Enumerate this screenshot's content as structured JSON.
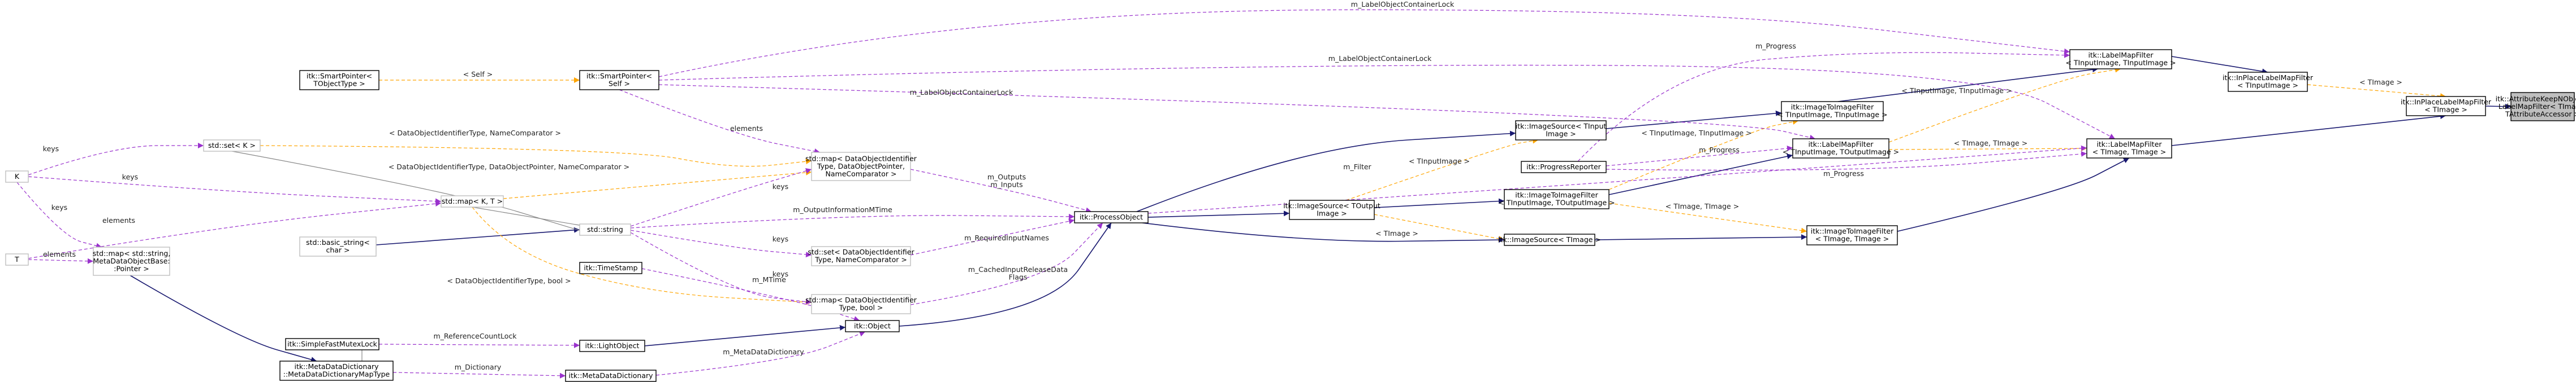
{
  "colors": {
    "inherit": "#191970",
    "usage": "#9a32cd",
    "template": "#ffa500",
    "node_border": "#000000",
    "node_border_light": "#bfbfbf",
    "highlight_fill": "#bfbfbf",
    "text": "#000000"
  },
  "nodes": [
    {
      "id": "attr",
      "lines": [
        "itk::AttributeKeepNObjects",
        "LabelMapFilter< TImage,",
        "TAttributeAccessor >"
      ],
      "highlight": true
    },
    {
      "id": "inplace2",
      "lines": [
        "itk::InPlaceLabelMapFilter",
        "< TImage >"
      ]
    },
    {
      "id": "inplace1",
      "lines": [
        "itk::InPlaceLabelMapFilter",
        "< TInputImage >"
      ]
    },
    {
      "id": "lmf_t",
      "lines": [
        "itk::LabelMapFilter",
        "< TImage, TImage >"
      ]
    },
    {
      "id": "lmf_tin",
      "lines": [
        "itk::LabelMapFilter",
        "< TInputImage, TInputImage >"
      ]
    },
    {
      "id": "lmf_inout",
      "lines": [
        "itk::LabelMapFilter",
        "< TInputImage, TOutputImage >"
      ]
    },
    {
      "id": "itif_in",
      "lines": [
        "itk::ImageToImageFilter",
        "< TInputImage, TInputImage >"
      ]
    },
    {
      "id": "itif_t",
      "lines": [
        "itk::ImageToImageFilter",
        "< TImage, TImage >"
      ]
    },
    {
      "id": "itif_inout",
      "lines": [
        "itk::ImageToImageFilter",
        "< TInputImage, TOutputImage >"
      ]
    },
    {
      "id": "is_in",
      "lines": [
        "itk::ImageSource< TInput",
        "Image >"
      ]
    },
    {
      "id": "progrep",
      "lines": [
        "itk::ProgressReporter"
      ]
    },
    {
      "id": "is_out",
      "lines": [
        "itk::ImageSource< TOutput",
        "Image >"
      ]
    },
    {
      "id": "is_t",
      "lines": [
        "itk::ImageSource< TImage >"
      ]
    },
    {
      "id": "procobj",
      "lines": [
        "itk::ProcessObject"
      ]
    },
    {
      "id": "map_dobj",
      "lines": [
        "std::map< DataObjectIdentifier",
        "Type, DataObjectPointer,",
        "NameComparator >"
      ],
      "light": true
    },
    {
      "id": "set_dobj",
      "lines": [
        "std::set< DataObjectIdentifier",
        "Type, NameComparator >"
      ],
      "light": true
    },
    {
      "id": "map_bool",
      "lines": [
        "std::map< DataObjectIdentifier",
        "Type, bool >"
      ],
      "light": true
    },
    {
      "id": "object",
      "lines": [
        "itk::Object"
      ]
    },
    {
      "id": "smartptr_self",
      "lines": [
        "itk::SmartPointer<",
        "Self >"
      ]
    },
    {
      "id": "smartptr_t",
      "lines": [
        "itk::SmartPointer<",
        "TObjectType >"
      ]
    },
    {
      "id": "string",
      "lines": [
        "std::string"
      ],
      "light": true
    },
    {
      "id": "basic_string",
      "lines": [
        "std::basic_string<",
        "char >"
      ],
      "light": true
    },
    {
      "id": "timestamp",
      "lines": [
        "itk::TimeStamp"
      ]
    },
    {
      "id": "lightobj",
      "lines": [
        "itk::LightObject"
      ]
    },
    {
      "id": "mdd",
      "lines": [
        "itk::MetaDataDictionary"
      ]
    },
    {
      "id": "sfml",
      "lines": [
        "itk::SimpleFastMutexLock"
      ]
    },
    {
      "id": "mdd_map",
      "lines": [
        "itk::MetaDataDictionary",
        "::MetaDataDictionaryMapType"
      ]
    },
    {
      "id": "map_mdo",
      "lines": [
        "std::map< std::string,",
        "MetaDataObjectBase:",
        ":Pointer >"
      ],
      "light": true
    },
    {
      "id": "set_k",
      "lines": [
        "std::set< K >"
      ],
      "light": true
    },
    {
      "id": "map_kt",
      "lines": [
        "std::map< K, T >"
      ],
      "light": true
    },
    {
      "id": "k",
      "lines": [
        "K"
      ],
      "light": true
    },
    {
      "id": "t",
      "lines": [
        "T"
      ],
      "light": true
    }
  ],
  "edges": [
    {
      "from": "inplace2",
      "to": "attr",
      "kind": "inherit",
      "label": ""
    },
    {
      "from": "lmf_t",
      "to": "inplace2",
      "kind": "inherit",
      "label": ""
    },
    {
      "from": "inplace1",
      "to": "inplace2",
      "kind": "template",
      "label": "< TImage >"
    },
    {
      "from": "lmf_tin",
      "to": "inplace1",
      "kind": "inherit",
      "label": ""
    },
    {
      "from": "lmf_inout",
      "to": "lmf_tin",
      "kind": "template",
      "label": "< TInputImage, TInputImage >"
    },
    {
      "from": "lmf_inout",
      "to": "lmf_t",
      "kind": "template",
      "label": "< TImage, TImage >"
    },
    {
      "from": "itif_in",
      "to": "lmf_tin",
      "kind": "inherit",
      "label": ""
    },
    {
      "from": "itif_t",
      "to": "lmf_t",
      "kind": "inherit",
      "label": ""
    },
    {
      "from": "itif_inout",
      "to": "lmf_inout",
      "kind": "inherit",
      "label": ""
    },
    {
      "from": "itif_inout",
      "to": "itif_in",
      "kind": "template",
      "label": "< TInputImage, TInputImage >"
    },
    {
      "from": "itif_inout",
      "to": "itif_t",
      "kind": "template",
      "label": "< TImage, TImage >"
    },
    {
      "from": "is_in",
      "to": "itif_in",
      "kind": "inherit",
      "label": ""
    },
    {
      "from": "is_out",
      "to": "itif_inout",
      "kind": "inherit",
      "label": ""
    },
    {
      "from": "is_t",
      "to": "itif_t",
      "kind": "inherit",
      "label": ""
    },
    {
      "from": "is_out",
      "to": "is_in",
      "kind": "template",
      "label": "< TInputImage >"
    },
    {
      "from": "is_out",
      "to": "is_t",
      "kind": "template",
      "label": "< TImage >"
    },
    {
      "from": "procobj",
      "to": "is_in",
      "kind": "inherit",
      "label": ""
    },
    {
      "from": "procobj",
      "to": "is_out",
      "kind": "inherit",
      "label": ""
    },
    {
      "from": "procobj",
      "to": "is_t",
      "kind": "inherit",
      "label": ""
    },
    {
      "from": "object",
      "to": "procobj",
      "kind": "inherit",
      "label": ""
    },
    {
      "from": "lightobj",
      "to": "object",
      "kind": "inherit",
      "label": ""
    },
    {
      "from": "mdd_map",
      "to": "sfml",
      "kind": "none",
      "label": ""
    },
    {
      "from": "map_mdo",
      "to": "mdd_map",
      "kind": "inherit",
      "label": ""
    },
    {
      "from": "basic_string",
      "to": "string",
      "kind": "inherit",
      "label": ""
    },
    {
      "from": "smartptr_t",
      "to": "smartptr_self",
      "kind": "template",
      "label": "< Self >"
    },
    {
      "from": "map_kt",
      "to": "map_dobj",
      "kind": "template",
      "label": "< DataObjectIdentifierType, DataObjectPointer, NameComparator >"
    },
    {
      "from": "map_kt",
      "to": "map_bool",
      "kind": "template",
      "label": "< DataObjectIdentifierType, bool >"
    },
    {
      "from": "set_k",
      "to": "set_dobj",
      "kind": "template",
      "label": "< DataObjectIdentifierType, NameComparator >"
    },
    {
      "from": "progrep",
      "to": "lmf_tin",
      "kind": "usage",
      "label": "m_Progress"
    },
    {
      "from": "progrep",
      "to": "lmf_inout",
      "kind": "usage",
      "label": "m_Progress"
    },
    {
      "from": "progrep",
      "to": "lmf_t",
      "kind": "usage",
      "label": "m_Progress"
    },
    {
      "from": "smartptr_self",
      "to": "lmf_tin",
      "kind": "usage",
      "label": "m_LabelObjectContainerLock"
    },
    {
      "from": "smartptr_self",
      "to": "lmf_inout",
      "kind": "usage",
      "label": "m_LabelObjectContainerLock"
    },
    {
      "from": "smartptr_self",
      "to": "lmf_t",
      "kind": "usage",
      "label": "m_LabelObjectContainerLock"
    },
    {
      "from": "procobj",
      "to": "lmf_t",
      "kind": "usage",
      "label": "m_Filter"
    },
    {
      "from": "map_dobj",
      "to": "procobj",
      "kind": "usage",
      "label": "m_Outputs\nm_Inputs"
    },
    {
      "from": "set_dobj",
      "to": "procobj",
      "kind": "usage",
      "label": "m_RequiredInputNames"
    },
    {
      "from": "string",
      "to": "procobj",
      "kind": "usage",
      "label": "m_OutputInformationMTime"
    },
    {
      "from": "timestamp",
      "to": "object",
      "kind": "usage",
      "label": "m_MTime"
    },
    {
      "from": "map_bool",
      "to": "procobj",
      "kind": "usage",
      "label": "m_CachedInputReleaseData\nFlags"
    },
    {
      "from": "string",
      "to": "map_dobj",
      "kind": "usage",
      "label": "keys"
    },
    {
      "from": "string",
      "to": "set_dobj",
      "kind": "usage",
      "label": "keys"
    },
    {
      "from": "string",
      "to": "map_bool",
      "kind": "usage",
      "label": "keys"
    },
    {
      "from": "smartptr_self",
      "to": "map_dobj",
      "kind": "usage",
      "label": "elements"
    },
    {
      "from": "sfml",
      "to": "lightobj",
      "kind": "usage",
      "label": "m_ReferenceCountLock"
    },
    {
      "from": "mdd",
      "to": "object",
      "kind": "usage",
      "label": "m_MetaDataDictionary"
    },
    {
      "from": "mdd_map",
      "to": "mdd",
      "kind": "usage",
      "label": "m_Dictionary"
    },
    {
      "from": "k",
      "to": "set_k",
      "kind": "usage",
      "label": "keys"
    },
    {
      "from": "k",
      "to": "map_kt",
      "kind": "usage",
      "label": "keys"
    },
    {
      "from": "t",
      "to": "map_kt",
      "kind": "usage",
      "label": "elements"
    },
    {
      "from": "k",
      "to": "map_mdo",
      "kind": "usage",
      "label": "keys"
    },
    {
      "from": "t",
      "to": "map_mdo",
      "kind": "usage",
      "label": "elements"
    },
    {
      "from": "set_k",
      "to": "set_dobj",
      "kind": "none",
      "label": ""
    },
    {
      "from": "map_kt",
      "to": "map_dobj",
      "kind": "none",
      "label": ""
    }
  ]
}
